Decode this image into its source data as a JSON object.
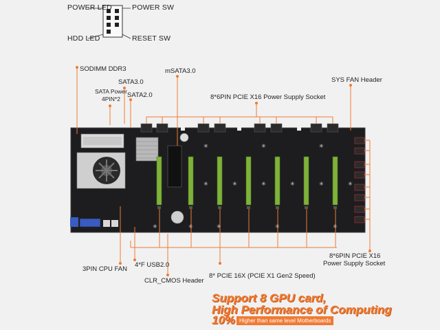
{
  "pin_header": {
    "power_led": "POWER LED",
    "power_sw": "POWER SW",
    "hdd_led": "HDD  LED",
    "reset_sw": "RESET SW"
  },
  "labels": {
    "sodimm": "SODIMM DDR3",
    "sata3": "SATA3.0",
    "sata_power": "SATA Power",
    "sata_power_pin": "4PIN*2",
    "sata2": "SATA2.0",
    "msata": "mSATA3.0",
    "pcie_power_top": "8*6PIN PCIE X16 Power Supply Socket",
    "sys_fan": "SYS FAN Header",
    "pcie_power_right_1": "8*6PIN PCIE X16",
    "pcie_power_right_2": "Power Supply Socket",
    "cpu_fan": "3PIN CPU FAN",
    "usb": "4*F USB2.0",
    "clr_cmos": "CLR_CMOS Header",
    "pcie_slots": "8* PCIE 16X (PCIE X1 Gen2 Speed)"
  },
  "promo": {
    "line1": "Support 8 GPU card,",
    "line2": "High Performance of Computing",
    "line3_big": "10%",
    "line3_small": "Higher than same level Motherboards"
  },
  "colors": {
    "accent": "#f07a33",
    "board": "#1d1d1f",
    "slot_green": "#7fb23a"
  }
}
